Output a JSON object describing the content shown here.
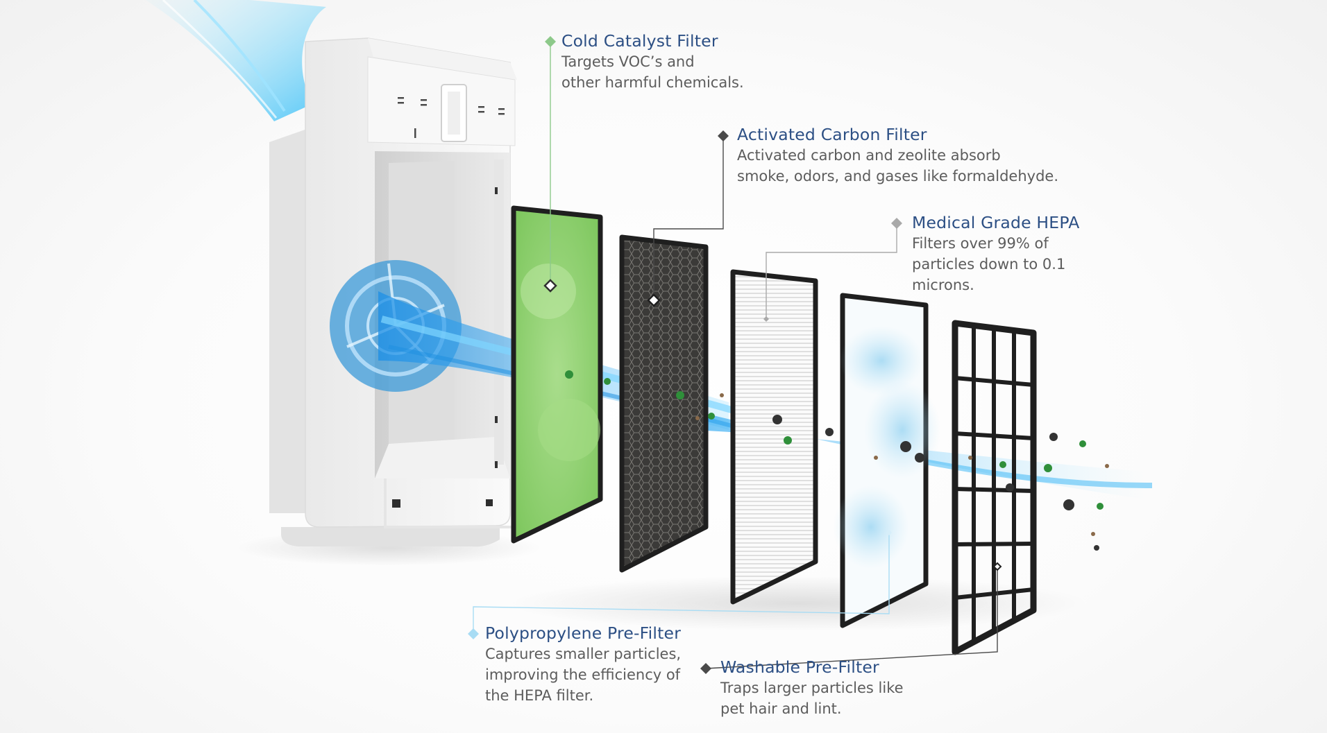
{
  "colors": {
    "title": "#2c4f84",
    "body_text": "#5c5c5c",
    "airflow": "#2aa6ef",
    "catalyst_green": "#8ccf6b",
    "carbon_dark": "#3a3a3a",
    "marker_green": "#8dc98a",
    "marker_dark": "#4a4a4a",
    "marker_gray": "#a9a9a9",
    "marker_lightblue": "#a8dcf4"
  },
  "labels": [
    {
      "id": "cold-catalyst",
      "marker_icon": "diamond-green",
      "title": "Cold Catalyst Filter",
      "lines": [
        "Targets VOC’s and",
        "other harmful chemicals."
      ]
    },
    {
      "id": "activated-carbon",
      "marker_icon": "diamond-dark",
      "title": "Activated Carbon Filter",
      "lines": [
        "Activated carbon and zeolite absorb",
        "smoke, odors, and gases like formaldehyde."
      ]
    },
    {
      "id": "medical-hepa",
      "marker_icon": "diamond-gray",
      "title": "Medical Grade HEPA",
      "lines": [
        "Filters over 99% of",
        "particles down to 0.1",
        "microns."
      ]
    },
    {
      "id": "polypropylene",
      "marker_icon": "diamond-lightblue",
      "title": "Polypropylene Pre-Filter",
      "lines": [
        "Captures smaller particles,",
        "improving the efficiency of",
        "the HEPA filter."
      ]
    },
    {
      "id": "washable",
      "marker_icon": "diamond-dark",
      "title": "Washable Pre-Filter",
      "lines": [
        "Traps larger particles like",
        "pet hair and lint."
      ]
    }
  ],
  "images": {
    "purifier": "air-purifier-unit",
    "filters": [
      "cold-catalyst-filter-panel",
      "activated-carbon-filter-panel",
      "hepa-filter-panel",
      "polypropylene-pre-filter-panel",
      "washable-pre-filter-grid"
    ]
  }
}
